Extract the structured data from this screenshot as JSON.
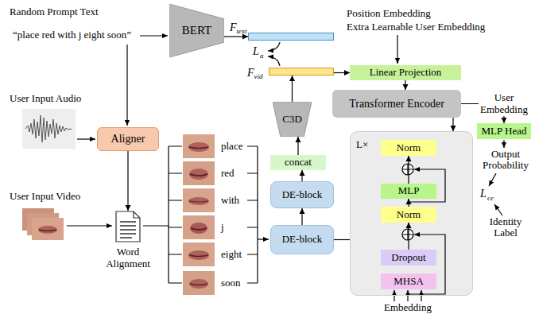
{
  "diagram": {
    "nodes": [
      {
        "text": [
          "BERT"
        ]
      },
      {
        "text": [
          "F",
          "text"
        ]
      },
      {
        "text": [
          "F",
          "vid"
        ]
      },
      {
        "text": [
          "Linear Projection"
        ]
      },
      {
        "text": [
          "Transformer Encoder"
        ]
      },
      {
        "text": [
          "Aligner"
        ]
      },
      {
        "text": [
          "Word Alignment"
        ]
      },
      {
        "text": [
          "C3D"
        ]
      },
      {
        "text": [
          "concat"
        ]
      },
      {
        "text": [
          "DE-block"
        ]
      },
      {
        "text": [
          "DE-block"
        ]
      },
      {
        "text": [
          "L×"
        ]
      },
      {
        "text": [
          "Norm"
        ],
        "in": 11
      },
      {
        "text": [
          "MLP"
        ],
        "in": 11
      },
      {
        "text": [
          "Norm"
        ],
        "in": 11
      },
      {
        "text": [
          "Dropout"
        ],
        "in": 11
      },
      {
        "text": [
          "MHSA"
        ],
        "in": 11
      },
      {
        "text": [
          "MLP Head"
        ]
      }
    ],
    "edges": [
      {
        "from": 0,
        "to": 1,
        "arrow": "to"
      },
      {
        "from": 7,
        "to": 2,
        "arrow": "to"
      },
      {
        "from": 2,
        "to": 3,
        "arrow": "to"
      },
      {
        "from": 3,
        "to": 4,
        "arrow": "to"
      },
      {
        "from": 4,
        "to": 11,
        "arrow": "to"
      },
      {
        "from": 4,
        "to": 17,
        "label": "User Embedding",
        "arrow": "to"
      },
      {
        "from": 5,
        "to": 6,
        "arrow": "to"
      },
      {
        "from": 10,
        "to": 9,
        "arrow": "to"
      },
      {
        "from": 9,
        "to": 8,
        "arrow": "to"
      },
      {
        "from": 8,
        "to": 7,
        "arrow": "to"
      },
      {
        "from": 10,
        "to": 11,
        "arrow": "none"
      },
      {
        "from": 15,
        "to": 14,
        "arrow": "to"
      },
      {
        "from": 14,
        "to": 13,
        "arrow": "to"
      },
      {
        "from": 13,
        "to": 12,
        "arrow": "to"
      }
    ],
    "labels": [
      "Random Prompt Text",
      "“place red with j eight soon”",
      "Position Embedding",
      "Extra Learnable User Embedding",
      "L",
      "a",
      "User Input Audio",
      "User Input Video",
      "place",
      "red",
      "with",
      "j",
      "eight",
      "soon",
      "Embedding",
      "Output Probability",
      "Identity Label",
      "L",
      "ce"
    ]
  }
}
